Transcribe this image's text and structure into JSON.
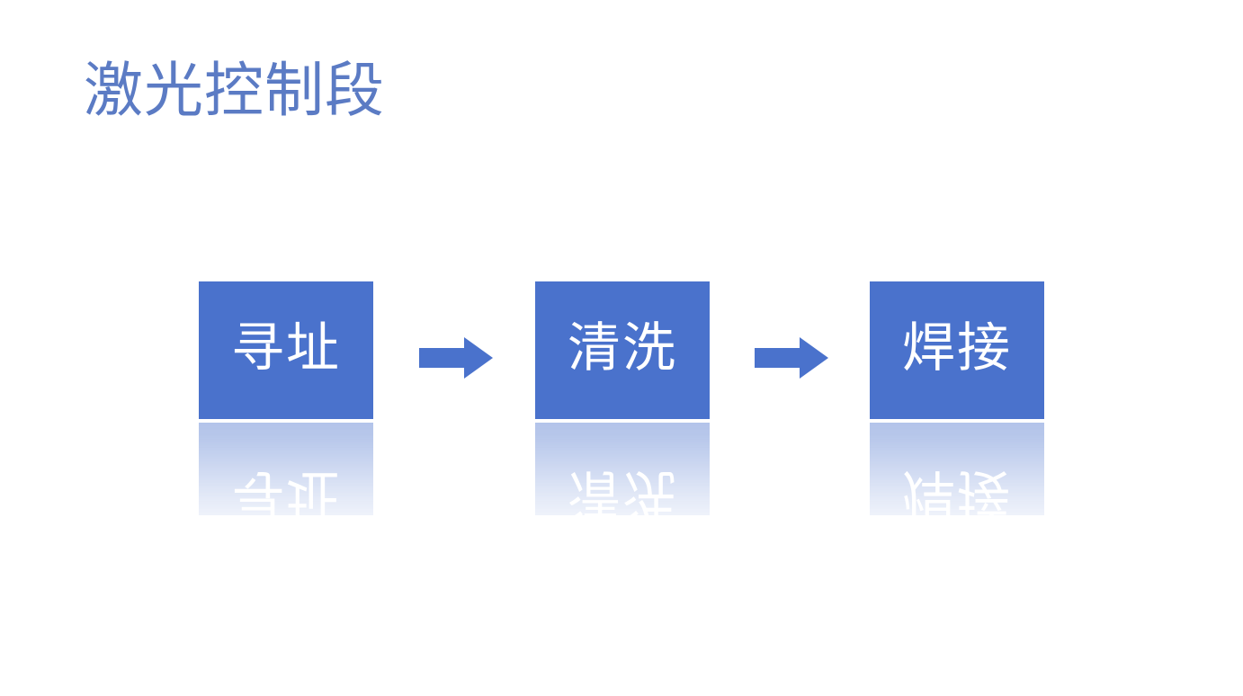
{
  "slide": {
    "title": "激光控制段",
    "background_color": "#ffffff",
    "title_color": "#5b7bc4",
    "accent_color": "#4a72cc"
  },
  "diagram": {
    "type": "linear-process-flow",
    "direction": "left-to-right",
    "node_fill": "#4a72cc",
    "node_text_color": "#ffffff",
    "arrow_color": "#4a72cc",
    "nodes": [
      {
        "label": "寻址"
      },
      {
        "label": "清洗"
      },
      {
        "label": "焊接"
      }
    ],
    "connectors": [
      {
        "icon": "arrow-right-icon"
      },
      {
        "icon": "arrow-right-icon"
      }
    ]
  }
}
